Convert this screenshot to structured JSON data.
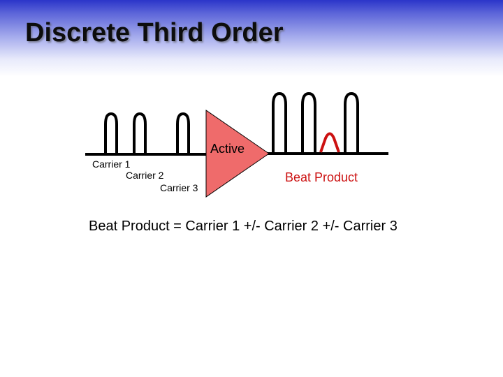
{
  "slide": {
    "title": "Discrete Third Order",
    "carriers": [
      "Carrier 1",
      "Carrier 2",
      "Carrier 3"
    ],
    "amplifier_label": "Active",
    "beat_product_label": "Beat Product",
    "formula": "Beat Product = Carrier 1 +/- Carrier 2 +/- Carrier 3"
  },
  "colors": {
    "title_band_top": "#2b35c9",
    "amplifier_fill": "#ef6b6b",
    "beat_product": "#cc1111"
  }
}
